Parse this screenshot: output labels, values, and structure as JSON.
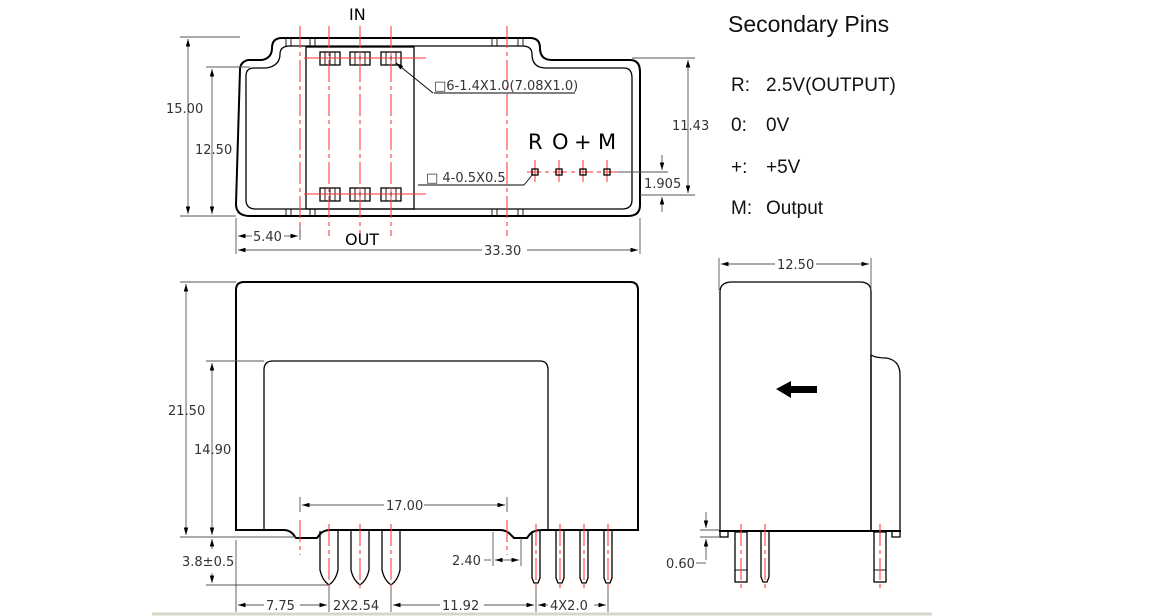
{
  "title": "Secondary Pins",
  "pins": [
    {
      "key": "R:",
      "value": "2.5V(OUTPUT)"
    },
    {
      "key": "0:",
      "value": "0V"
    },
    {
      "key": "+:",
      "value": "+5V"
    },
    {
      "key": "M:",
      "value": "Output"
    }
  ],
  "top_view": {
    "in_label": "IN",
    "out_label": "OUT",
    "pin_letters": [
      "R",
      "O",
      "+",
      "M"
    ],
    "primary_pad_note": "□6-1.4X1.0(7.08X1.0)",
    "secondary_pad_note": "□ 4-0.5X0.5",
    "dims": {
      "height_total": "15.00",
      "height_body": "12.50",
      "width_total": "33.30",
      "offset_left": "5.40",
      "secondary_height": "11.43",
      "secondary_pitch": "1.905"
    }
  },
  "front_view": {
    "dims": {
      "height_total": "21.50",
      "height_window": "14.90",
      "span": "17.00",
      "pin_length": "3.8±0.5",
      "standoff": "2.40",
      "left_offset": "7.75",
      "primary_pitch": "2X2.54",
      "gap": "11.92",
      "secondary_pitch": "4X2.0"
    }
  },
  "side_view": {
    "dims": {
      "width": "12.50",
      "standoff": "0.60"
    },
    "arrow_direction": "left"
  }
}
